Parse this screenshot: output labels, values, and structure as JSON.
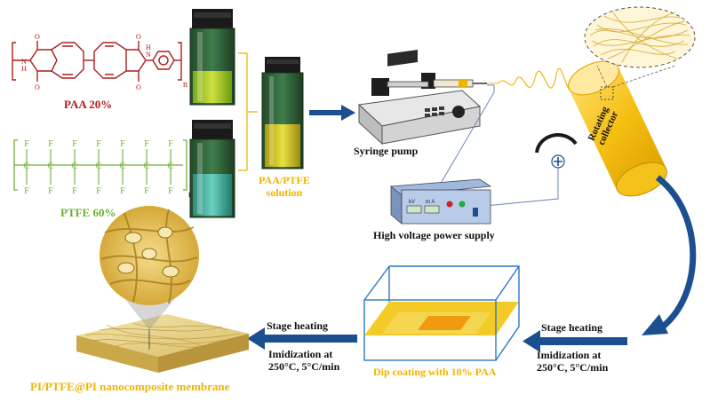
{
  "chemistry": {
    "paa_label": "PAA 20%",
    "ptfe_label": "PTFE 60%",
    "subscript_n": "n",
    "atom_O": "O",
    "atom_N": "N",
    "atom_H": "H",
    "atom_C": "C",
    "atom_F": "F"
  },
  "solution": {
    "line1": "PAA/PTFE",
    "line2": "solution"
  },
  "electrospinning": {
    "syringe_pump": "Syringe pump",
    "collector_line1": "Rotating",
    "collector_line2": "collector",
    "power_supply": "High voltage power supply",
    "kv_label": "kV",
    "ma_label": "m A"
  },
  "process": {
    "stage_heating_right": "Stage heating",
    "imid_right_line1": "Imidization at",
    "imid_right_line2": "250°C, 5°C/min",
    "dip_coating": "Dip coating with 10% PAA",
    "stage_heating_left": "Stage heating",
    "imid_left_line1": "Imidization at",
    "imid_left_line2": "250°C, 5°C/min",
    "membrane": "PI/PTFE@PI nanocomposite membrane"
  },
  "colors": {
    "paa_red": "#b01c1c",
    "ptfe_green": "#6fae3a",
    "accent_gold": "#f0b400",
    "arrow_blue": "#1b4f8f",
    "fiber_gold": "#e8c15a"
  }
}
